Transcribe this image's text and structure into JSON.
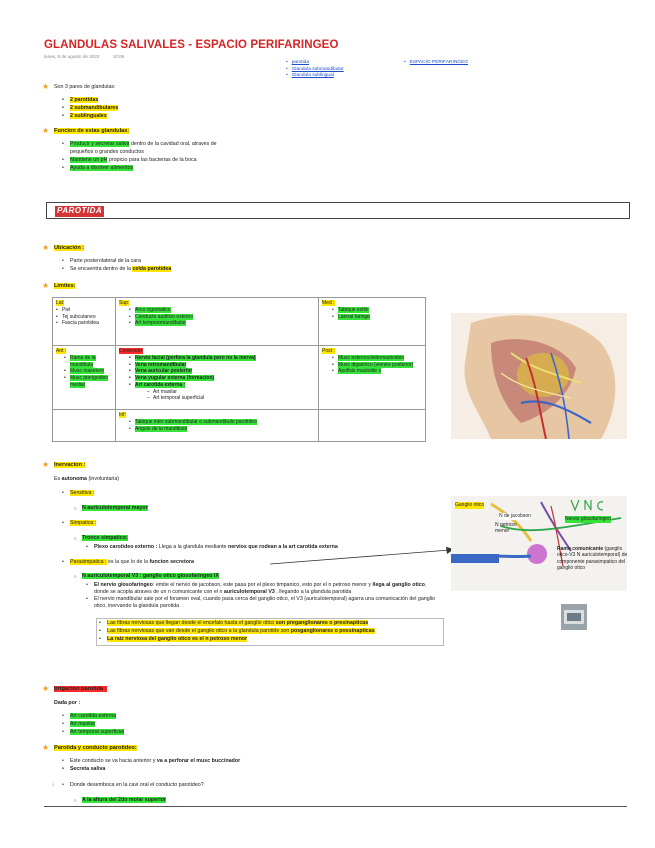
{
  "title": "GLANDULAS SALIVALES - ESPACIO PERIFARINGEO",
  "meta": {
    "date": "lunes, 8 de agosto de 2022",
    "time": "10:06"
  },
  "links_col1": [
    "parotida",
    "Glandula submandibular",
    "Glandula sublingual"
  ],
  "links_col2": [
    "ESPACIO PERIFARINGEO"
  ],
  "intro": {
    "text": "Son 3 pares de glandulas:",
    "items": [
      "2 parotidas",
      "2 submandibulares",
      "2 sublinguales"
    ]
  },
  "funcion": {
    "title": "Funcion de estas glandulas:",
    "items": [
      {
        "hl": "Producir y secretar saliva",
        "rest": " dentro de la cavidad oral, atraves de"
      },
      {
        "hl": "",
        "rest": "pequeños o grandes conductos"
      },
      {
        "hl": "Mantiene un pH",
        "rest": " propicio para las bacterias de la boca"
      },
      {
        "hl": "Ayuda a disolver alimentos",
        "rest": ""
      }
    ]
  },
  "banner": "PAROTIDA",
  "ubicacion": {
    "title": "Ubicación :",
    "items": [
      "Parte posterolateral de la cara",
      "Se encuentra dentro de la "
    ],
    "celda": "celda parotidea"
  },
  "limites": {
    "title": "Limites:",
    "lat": {
      "label": "Lat:",
      "items": [
        "Piel",
        "Tej subcutaneo",
        "Fascia parotidea"
      ]
    },
    "sup": {
      "label": "Sup:",
      "items": [
        "Arco cigomatico",
        "Conducto auditivo externo",
        "Art temporomandibular"
      ]
    },
    "med": {
      "label": "Med :",
      "items": [
        "Tabique estilo",
        "Lateral faringe"
      ]
    },
    "ant": {
      "label": "Ant :",
      "items": [
        "Rama de la mandibula",
        "Musc masetero",
        "Musc pterigoideo medial"
      ]
    },
    "contenido": {
      "label": "Contenido:",
      "items": [
        "Nervio facial (perfora la glandula pero no la inerva)",
        "Vena retromandibular",
        "Vena auricular posterior",
        "Vena yugular externa (formacion)",
        "Art carotida externa :"
      ],
      "sub": [
        "Art maxilar",
        "Art temporal superficial"
      ]
    },
    "post": {
      "label": "Post :",
      "items": [
        "Musc esternocleidomastoideo",
        "Musc digastrico (vientre posterior)",
        "Apofisis mastoide s"
      ]
    },
    "inf": {
      "label": "Inf:",
      "items": [
        "Tabique inter submandibular o submandibulo parotideo",
        "Angulo de la mandibula"
      ]
    }
  },
  "inervacion": {
    "title": "Inervacion :",
    "intro_pre": "Es ",
    "intro_bold": "autonoma",
    "intro_post": " (involuntaria)",
    "sensitiva": "Sensitiva :",
    "sensitiva_sub": "N auriculotemporal mayor",
    "simpatica": "Simpatica :",
    "simpatica_sub": "Tronco simpatico:",
    "simpatica_pre": "Plexo carotideo externo : ",
    "simpatica_mid": "Llega a la glandula mediante ",
    "simpatica_bold": "nervios que rodean a la art carotida externa",
    "para": "Parasimpatica :",
    "para_mid": " es la que lo de la ",
    "para_bold": "funcion secretora",
    "para_sub": "N auriculotemporal V3 : ganglio otico glosofaringeo IX",
    "para_p1_bold": "El nervio glosofaringeo",
    "para_p1": ": emite el nervio de jacobson, este pasa por el plexo timpanico, esto por el n petroso menor y ",
    "para_p1_b2": "llega al ganglio otico",
    "para_p1_2": ", donde se acopla atraves de un n comunicante con el n ",
    "para_p1_b3": "auriculotemporal V3",
    "para_p1_3": " , llegando a la glandula parotida",
    "para_p2": "El nervio mandibular sale por el foramen oval, cuando pasa cerca del ganglio otico, el V3 (auriculotemporal) agarra una comunicación del ganglio otico, inervando la glandula parotida",
    "box_1": "Las fibras nerviosas que llegan desde el encefalo hasta el ganglio otico ",
    "box_1b": "son preganglionares o presinapticas",
    "box_2": "Las fibras nerviosas que van desde el ganglio otico a la glandula parotide son ",
    "box_2b": "posganglionares o possinapticas",
    "box_3": "La raiz nerviosa del ganglio otico es el n petroso menor"
  },
  "diagram": {
    "ganglio": "Ganglio otico",
    "jacobson": "N de jacobson",
    "petroso": "N petroso menor",
    "glosofaringeo": "Nervio glosofaringeo",
    "rama_bold": "Ramo comunicante",
    "rama_rest": " (ganglio otico-V3 N auriculotemporal) del componente parasimpatico del ganglio otico"
  },
  "irrigacion": {
    "title": "Irrigacion parotida :",
    "dada": "Dada por :",
    "items": [
      "Art carotida externa",
      "Art maxilar",
      "Art temporal superficial"
    ]
  },
  "conducto": {
    "title": "Parotida y conducto parotideo:",
    "items_pre": "Este conducto se va hacia anterior y ",
    "items_bold": "va a perforar el musc buccinador",
    "item2": "Secreta saliva",
    "question": "Donde desemboca en la cavi oral el conducto parotideo?",
    "answer": "A la altura del 2do molar superior"
  },
  "colors": {
    "title": "#d62424",
    "highlight_yellow": "#ffe600",
    "highlight_green": "#36e23a",
    "highlight_red": "#ff2a2a"
  }
}
